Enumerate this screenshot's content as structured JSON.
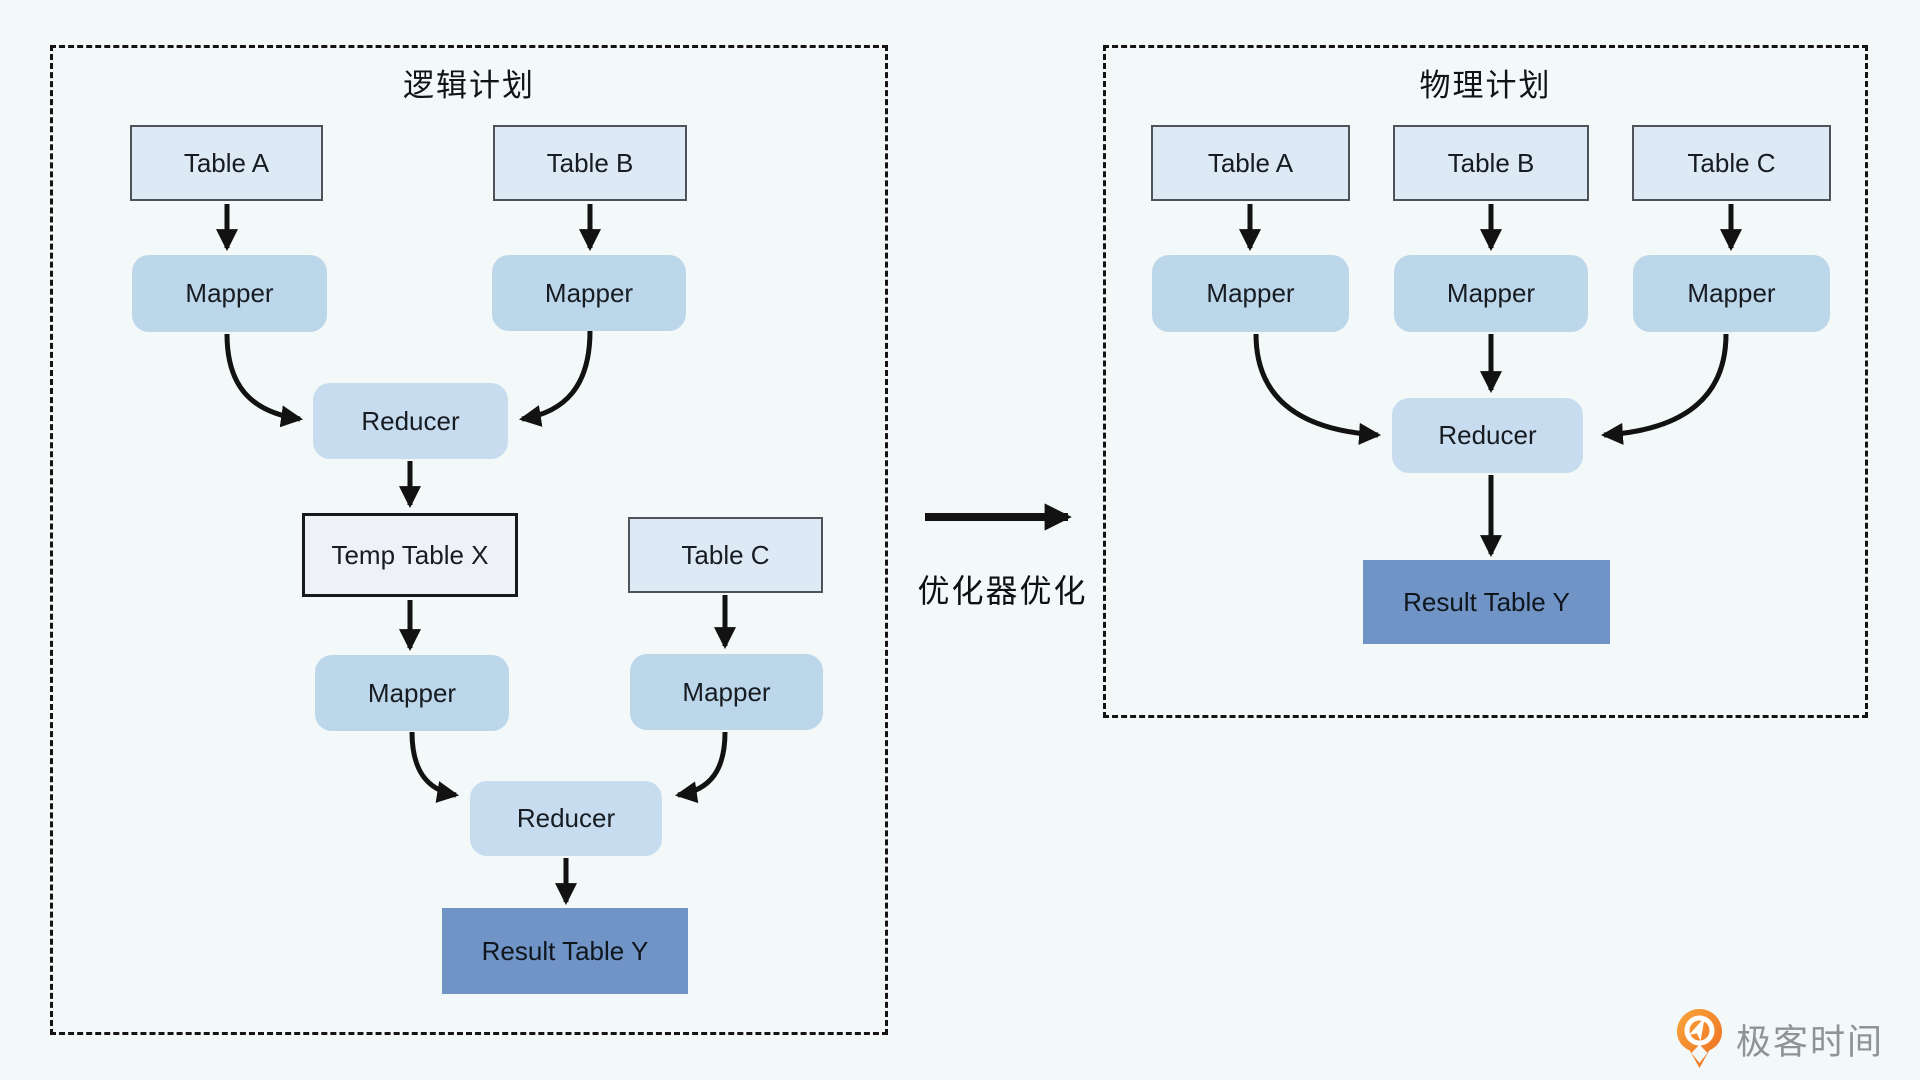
{
  "logical": {
    "title": "逻辑计划",
    "table_a": "Table A",
    "table_b": "Table B",
    "table_c": "Table C",
    "mapper": "Mapper",
    "reducer": "Reducer",
    "temp_table": "Temp Table X",
    "result_table": "Result Table Y"
  },
  "physical": {
    "title": "物理计划",
    "table_a": "Table A",
    "table_b": "Table B",
    "table_c": "Table C",
    "mapper": "Mapper",
    "reducer": "Reducer",
    "result_table": "Result Table Y"
  },
  "transform": {
    "label": "优化器优化"
  },
  "branding": {
    "logo_text": "极客时间",
    "logo_icon": "geektime-pin-icon"
  },
  "colors": {
    "background": "#f3f8f9",
    "table_fill": "#dde9f4",
    "table_border": "#4d5359",
    "mapper_fill": "#bcd6ea",
    "reducer_fill": "#c7ddef",
    "temp_fill": "#eef1f5",
    "result_fill": "#7094c5",
    "arrow": "#121212",
    "dashed_border": "#141414",
    "logo_orange": "#ef7c22",
    "logo_text_gray": "#8f9397"
  }
}
